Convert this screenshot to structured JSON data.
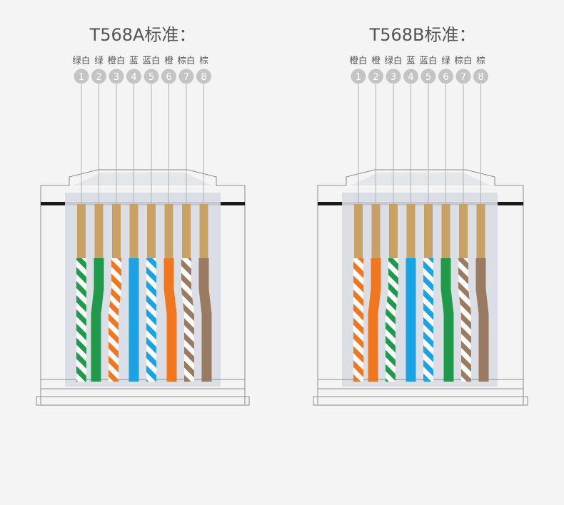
{
  "standards": [
    {
      "id": "t568a",
      "title": "T568A标准：",
      "labels": [
        "绿白",
        "绿",
        "橙白",
        "蓝",
        "蓝白",
        "橙",
        "棕白",
        "棕"
      ],
      "numbers": [
        "1",
        "2",
        "3",
        "4",
        "5",
        "6",
        "7",
        "8"
      ],
      "wires": [
        {
          "color": "#1e9a4a",
          "striped": true
        },
        {
          "color": "#1e9a4a",
          "striped": false
        },
        {
          "color": "#f0761f",
          "striped": true
        },
        {
          "color": "#1aa3e4",
          "striped": false
        },
        {
          "color": "#1aa3e4",
          "striped": true
        },
        {
          "color": "#f0761f",
          "striped": false
        },
        {
          "color": "#9a7a60",
          "striped": true
        },
        {
          "color": "#9a7a60",
          "striped": false
        }
      ]
    },
    {
      "id": "t568b",
      "title": "T568B标准：",
      "labels": [
        "橙白",
        "橙",
        "绿白",
        "蓝",
        "蓝白",
        "绿",
        "棕白",
        "棕"
      ],
      "numbers": [
        "1",
        "2",
        "3",
        "4",
        "5",
        "6",
        "7",
        "8"
      ],
      "wires": [
        {
          "color": "#f0761f",
          "striped": true
        },
        {
          "color": "#f0761f",
          "striped": false
        },
        {
          "color": "#1e9a4a",
          "striped": true
        },
        {
          "color": "#1aa3e4",
          "striped": false
        },
        {
          "color": "#1aa3e4",
          "striped": true
        },
        {
          "color": "#1e9a4a",
          "striped": false
        },
        {
          "color": "#9a7a60",
          "striped": true
        },
        {
          "color": "#9a7a60",
          "striped": false
        }
      ]
    }
  ],
  "colors": {
    "background": "#f4f4f4",
    "pin_gold": "#c9a165",
    "connector_body": "#d8dde3",
    "outline": "#8a8a8a",
    "badge_fill": "#c4c4c4",
    "badge_text": "#ffffff",
    "title_text": "#555555",
    "label_text": "#555555"
  }
}
